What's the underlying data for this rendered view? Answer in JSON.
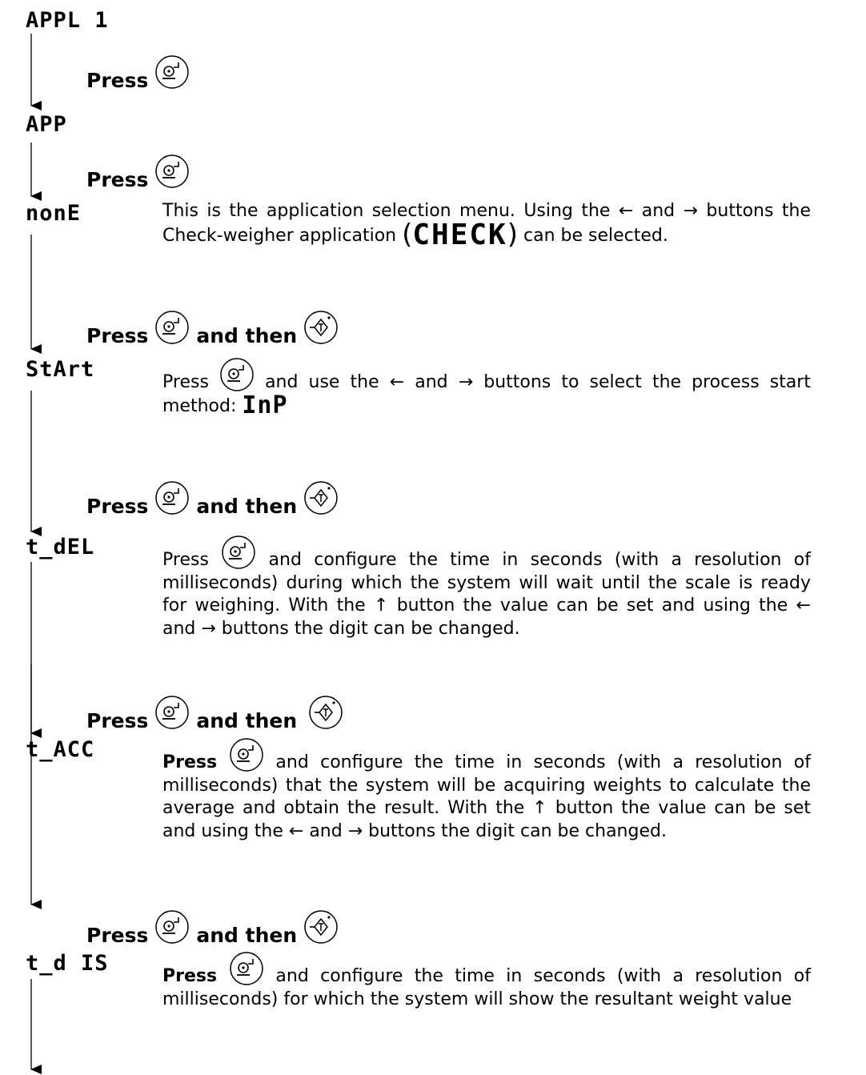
{
  "steps": [
    {
      "display": "APPL 1"
    },
    {
      "display": "APP"
    },
    {
      "display": "nonE",
      "desc_1": "This is the application selection menu. Using the ← and → buttons the Check-weigher application ",
      "desc_code": "CHECK",
      "desc_2": " can be selected."
    },
    {
      "display": "StArt",
      "desc_1": "Press ",
      "desc_2": " and use the ← and → buttons to select the process start method: ",
      "desc_code": "InP"
    },
    {
      "display": "t_dEL",
      "desc_1": "Press ",
      "desc_2": " and configure the time in seconds (with a resolution of milliseconds) during which the system will wait until the scale is ready for weighing. With the ↑ button the value can be set and using the ← and → buttons the digit can be changed."
    },
    {
      "display": "t_ACC",
      "desc_1": "Press ",
      "desc_2": " and configure the time in seconds (with a resolution of milliseconds) that the system will be acquiring weights to calculate the average and obtain the result. With the ↑ button the value can be set and using the ← and → buttons the digit can be changed."
    },
    {
      "display": "t_d IS",
      "desc_1": "Press ",
      "desc_2": " and configure the time in seconds (with a resolution of milliseconds) for which the system will show the resultant weight value"
    }
  ],
  "actions": {
    "press": "Press",
    "and_then": "and then"
  },
  "icons": {
    "enter": "enter-key-icon",
    "tare": "tare-key-icon"
  }
}
